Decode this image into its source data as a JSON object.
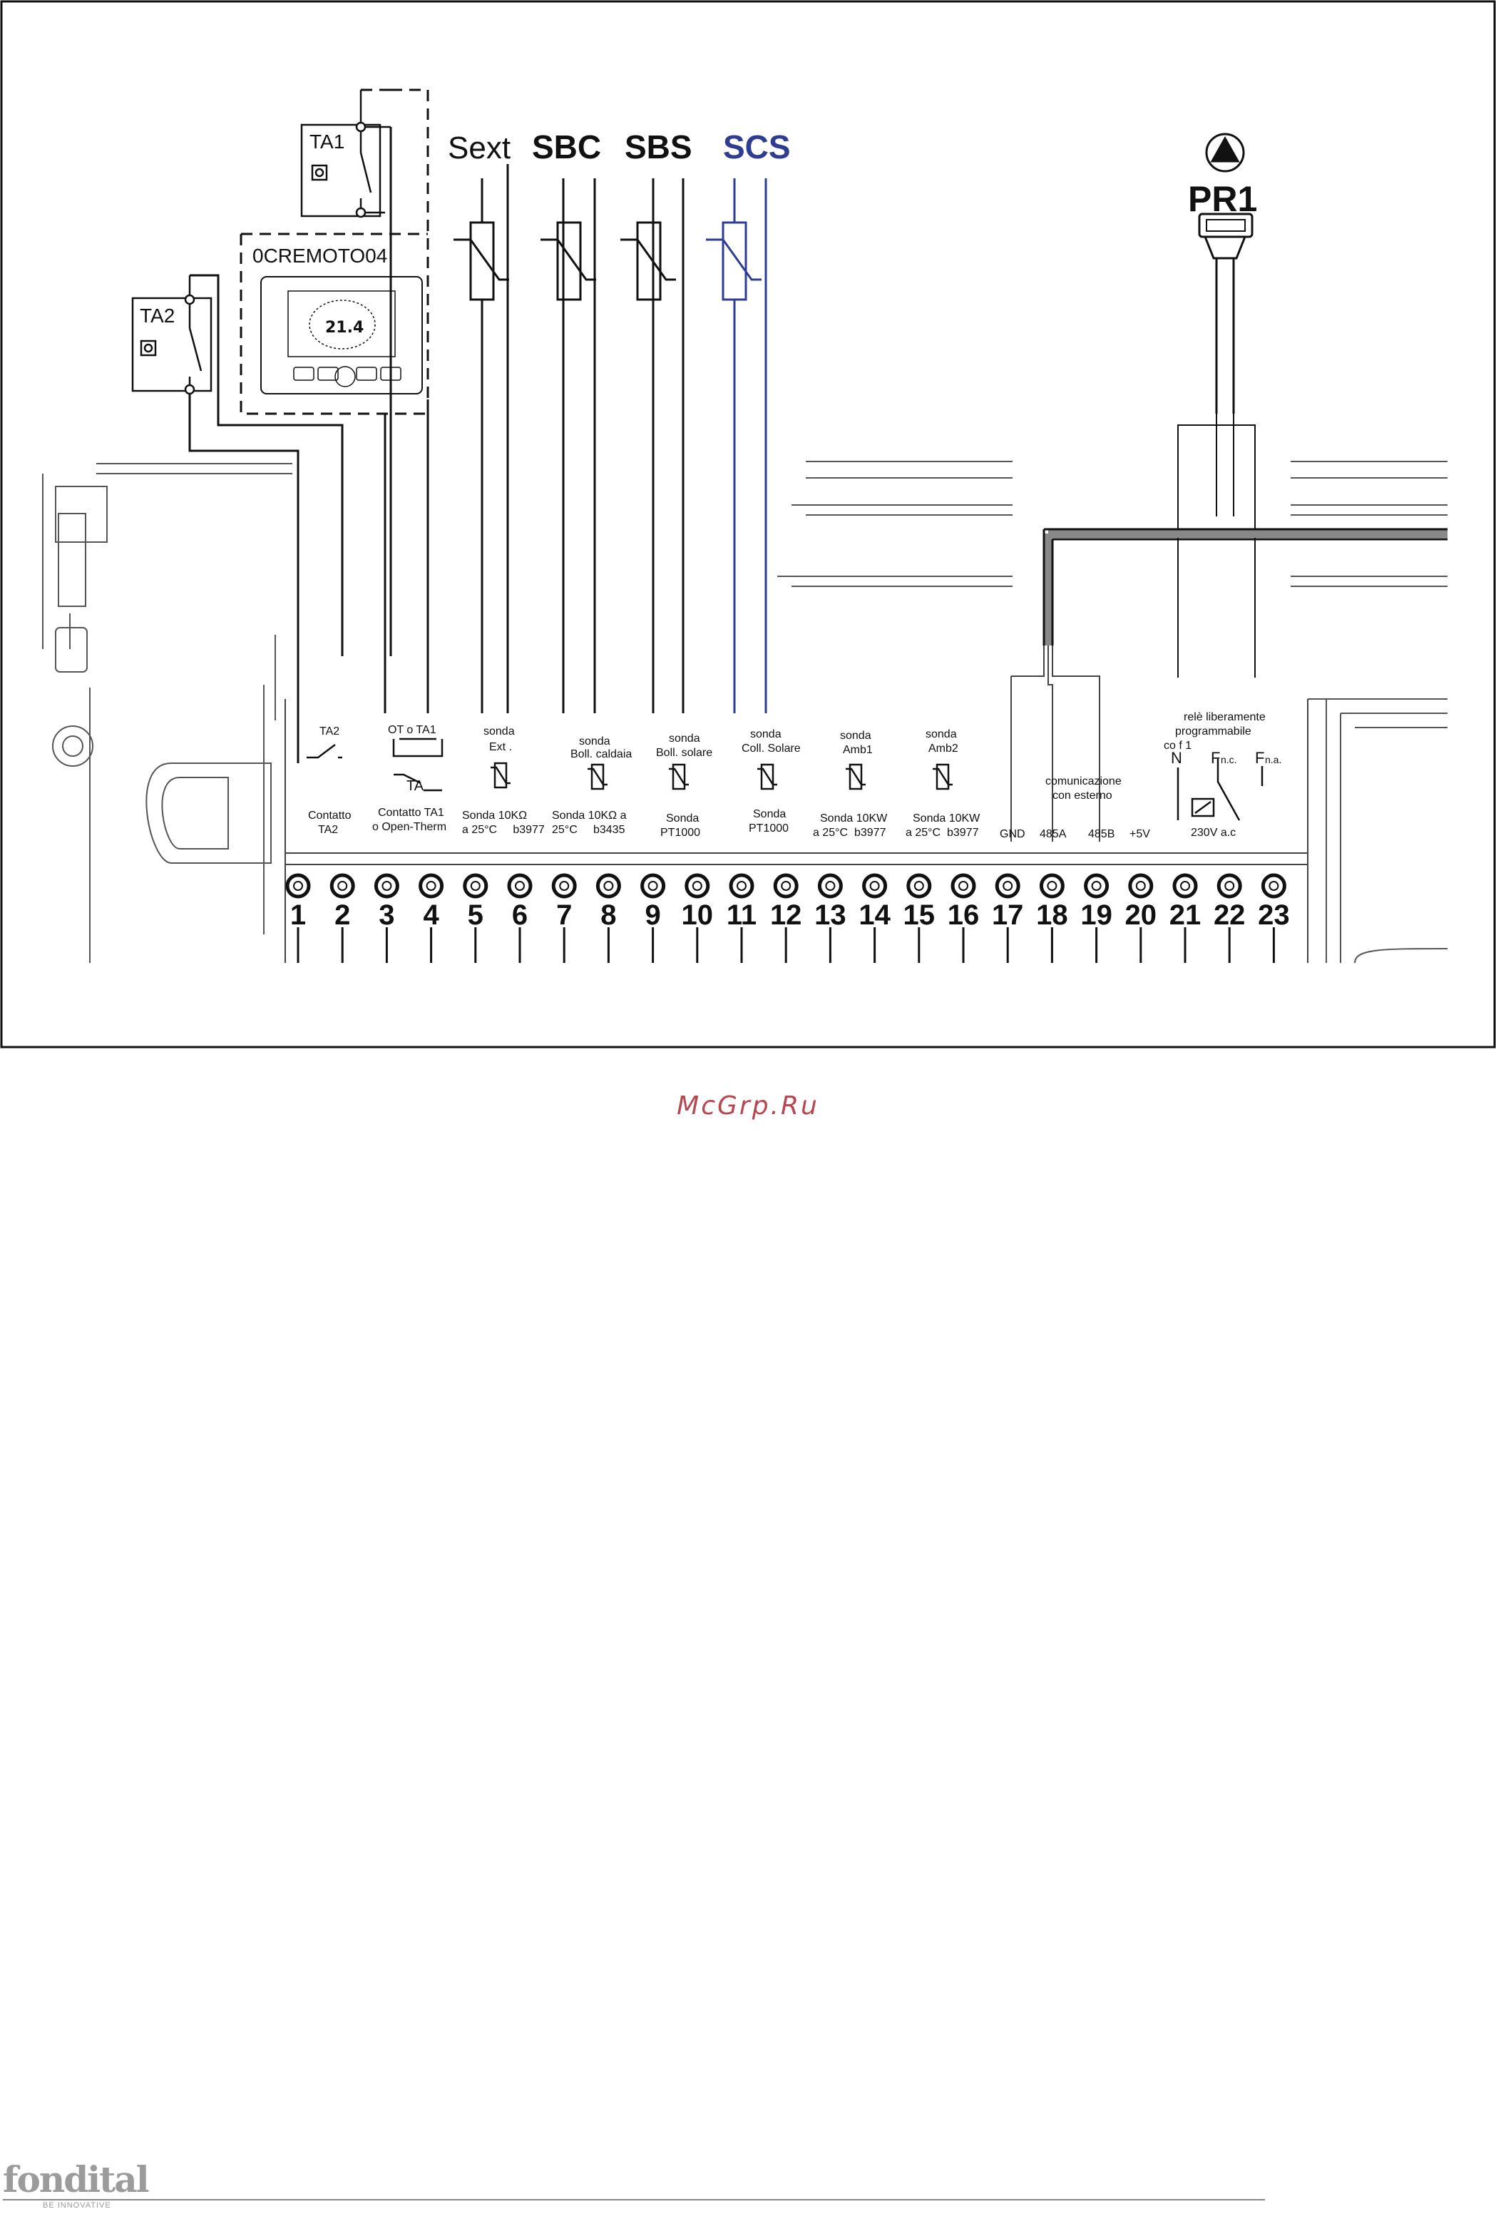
{
  "diagram": {
    "devices": {
      "ta1": "TA1",
      "ta2": "TA2",
      "remote": "0CREMOTO04",
      "pump": "PR1"
    },
    "sensors": [
      {
        "label": "Sext",
        "color": "#111111"
      },
      {
        "label": "SBC",
        "color": "#111111"
      },
      {
        "label": "SBS",
        "color": "#111111"
      },
      {
        "label": "SCS",
        "color": "#2e3d93"
      }
    ],
    "terminal_labels": {
      "contatto_ta2_symbol": "TA2",
      "contatto_ta2_line1": "Contatto",
      "contatto_ta2_line2": "TA2",
      "ot_head": "OT o TA1",
      "ta_box": "TA",
      "ot_line1": "Contatto TA1",
      "ot_line2": "o Open-Therm",
      "ext_head1": "sonda",
      "ext_head2": "Ext .",
      "ext_line1": "Sonda 10KΩ",
      "ext_line2": "a 25°C     b3977",
      "boll_caldaia_head1": "sonda",
      "boll_caldaia_head2": "Boll. caldaia",
      "boll_caldaia_line1": "Sonda 10KΩ a",
      "boll_caldaia_line2": "25°C     b3435",
      "boll_solare_head1": "sonda",
      "boll_solare_head2": "Boll. solare",
      "boll_solare_line1": "Sonda",
      "boll_solare_line2": "PT1000",
      "coll_solare_head1": "sonda",
      "coll_solare_head2": "Coll. Solare",
      "coll_solare_line1": "Sonda",
      "coll_solare_line2": "PT1000",
      "amb1_head1": "sonda",
      "amb1_head2": "Amb1",
      "amb1_line1": "Sonda 10KW",
      "amb1_line2": "a 25°C  b3977",
      "amb2_head1": "sonda",
      "amb2_head2": "Amb2",
      "amb2_line1": "Sonda 10KW",
      "amb2_line2": "a 25°C  b3977",
      "comm_line1": "comunicazione",
      "comm_line2": "con esterno",
      "gnd": "GND",
      "a485": "485A",
      "b485": "485B",
      "plus5v": "+5V",
      "rele_line1": "relè liberamente",
      "rele_line2": "programmabile",
      "rele_line3": "co f 1",
      "n": "N",
      "fnc_f": "F",
      "fnc_sub": "n.c.",
      "fna_f": "F",
      "fna_sub": "n.a.",
      "v230": "230V a.c"
    },
    "terminals": [
      "1",
      "2",
      "3",
      "4",
      "5",
      "6",
      "7",
      "8",
      "9",
      "10",
      "11",
      "12",
      "13",
      "14",
      "15",
      "16",
      "17",
      "18",
      "19",
      "20",
      "21",
      "22",
      "23"
    ]
  },
  "watermark": "McGrp.Ru",
  "footer": {
    "brand": "fondital",
    "tagline": "BE INNOVATIVE"
  }
}
